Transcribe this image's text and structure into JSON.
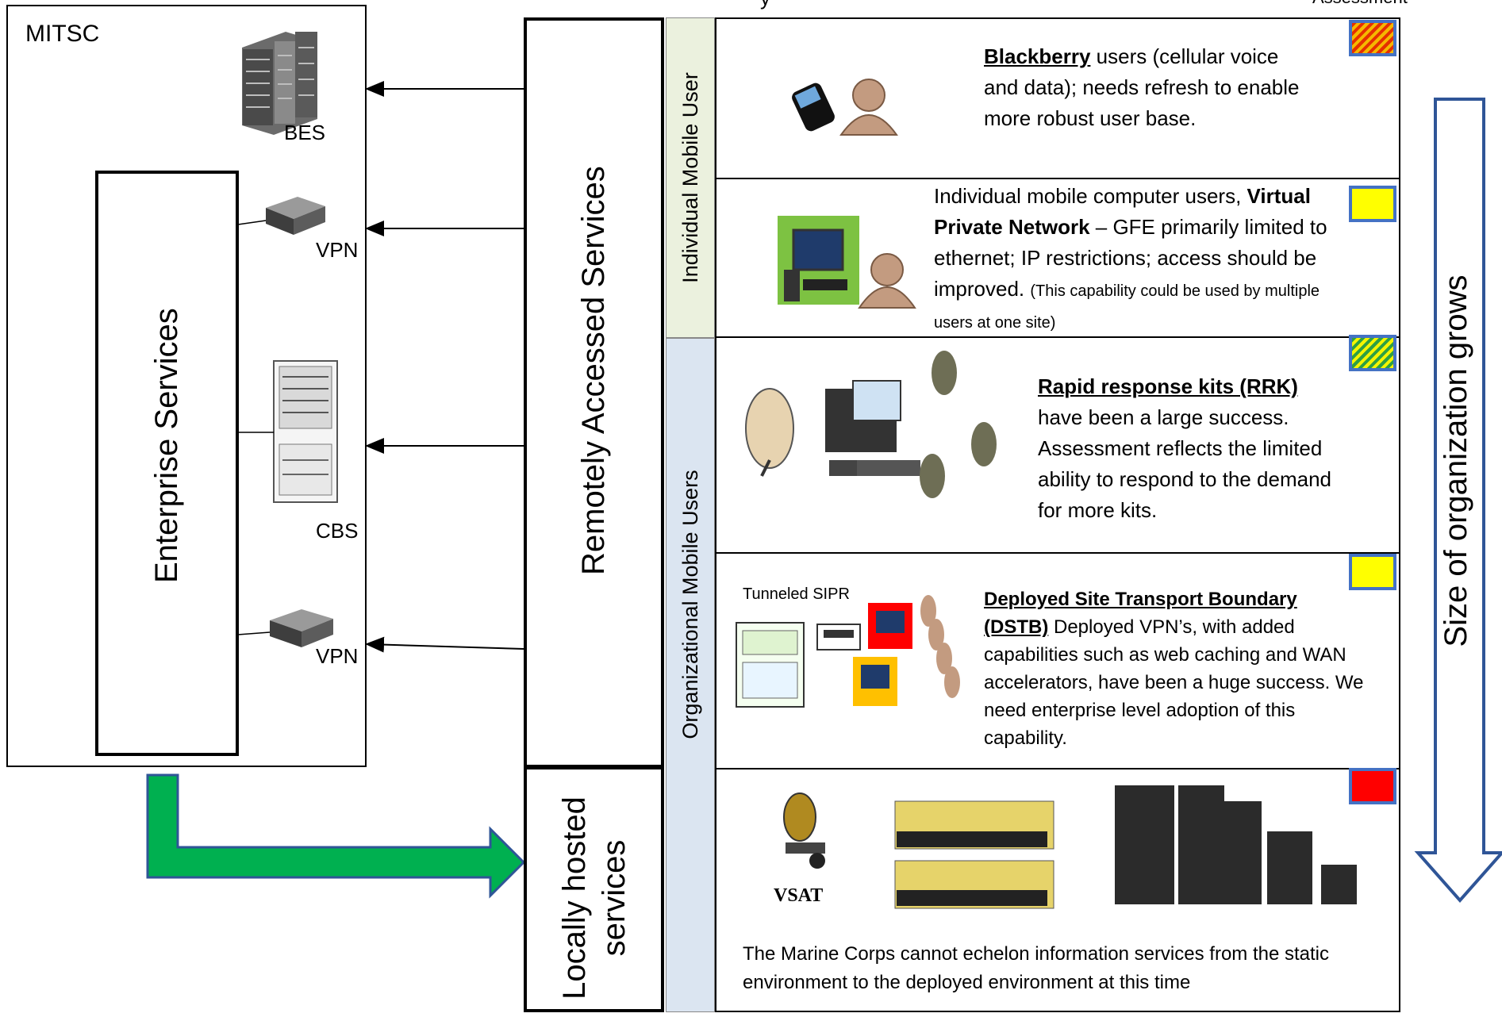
{
  "header": {
    "assessment_label": "Assessment",
    "top_fragment": "y"
  },
  "mitsc": {
    "title": "MITSC",
    "enterprise_label": "Enterprise Services",
    "servers": [
      {
        "label": "BES",
        "icon": "server-rack-icon"
      },
      {
        "label": "VPN",
        "icon": "vpn-device-icon"
      },
      {
        "label": "CBS",
        "icon": "equipment-rack-icon"
      },
      {
        "label": "VPN",
        "icon": "vpn-device-icon"
      }
    ]
  },
  "services": {
    "remote_label": "Remotely Accessed Services",
    "local_label_line1": "Locally hosted",
    "local_label_line2": "services"
  },
  "user_groups": {
    "individual": "Individual Mobile User",
    "organizational": "Organizational Mobile Users"
  },
  "rows": [
    {
      "key": "blackberry",
      "status_color": "#f5a000",
      "status_pattern": "hatched-red-orange",
      "title": "Blackberry",
      "text": " users (cellular voice and data); needs refresh to enable more robust user base."
    },
    {
      "key": "vpn",
      "status_color": "#ffff00",
      "status_pattern": "solid-yellow",
      "line1": "Individual mobile computer users,",
      "title": "Virtual Private Network",
      "text": "  – GFE primarily limited to ethernet; IP restrictions; access should be improved.",
      "note": "(This capability could be used by multiple users at one site)"
    },
    {
      "key": "rrk",
      "status_color": "#7cc842",
      "status_pattern": "hatched-green-yellow",
      "title": "Rapid response kits (RRK)",
      "text": "have been a large success. Assessment reflects the limited ability to respond to the demand for more kits."
    },
    {
      "key": "dstb",
      "status_color": "#ffff00",
      "status_pattern": "solid-yellow",
      "tunnel_label": "Tunneled SIPR",
      "title": "Deployed Site Transport Boundary (DSTB)",
      "text": "  Deployed VPN’s, with added capabilities such as web caching and WAN accelerators, have been a huge success.  We need enterprise level adoption of this capability."
    },
    {
      "key": "local",
      "status_color": "#ff0000",
      "status_pattern": "solid-red",
      "vsat_label": "VSAT",
      "text": "The Marine Corps cannot echelon information services from the static environment to the deployed environment at this time"
    }
  ],
  "growth_label": "Size of organization grows",
  "colors": {
    "green_arrow": "#00b050",
    "individual_band": "#ebf1de",
    "organizational_band": "#dbe5f1",
    "growth_arrow_stroke": "#2f5597",
    "status_border": "#4472c4"
  }
}
